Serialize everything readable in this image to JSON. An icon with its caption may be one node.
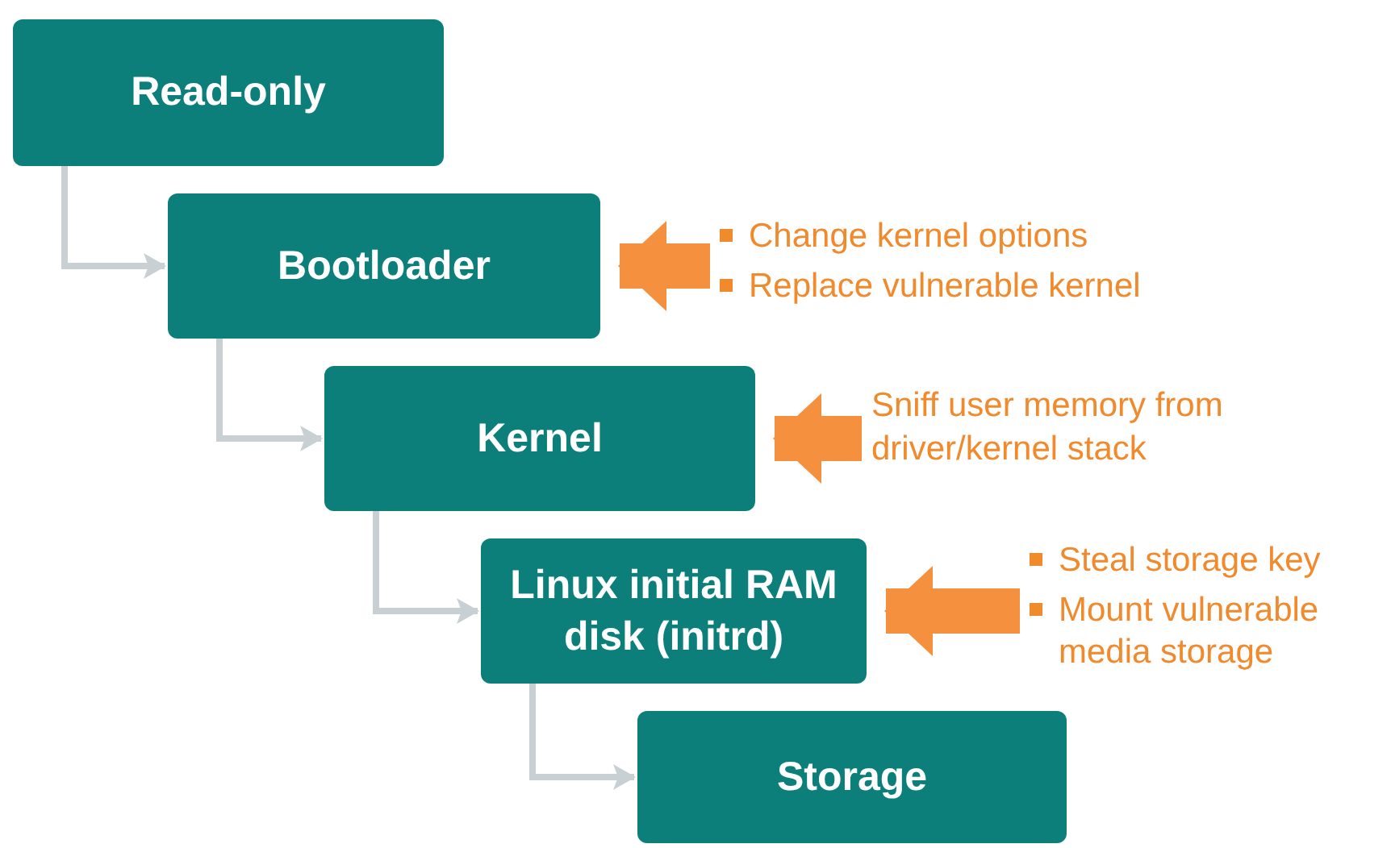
{
  "diagram": {
    "nodes": [
      {
        "text": [
          "Read-only"
        ]
      },
      {
        "text": [
          "Bootloader"
        ]
      },
      {
        "text": [
          "Kernel"
        ]
      },
      {
        "text": [
          "Linux initial RAM disk (initrd)"
        ]
      },
      {
        "text": [
          "Storage"
        ]
      },
      {
        "text": [
          "Change kernel options",
          "Replace vulnerable kernel"
        ]
      },
      {
        "text": [
          "Sniff user memory from driver/kernel stack"
        ]
      },
      {
        "text": [
          "Steal storage key",
          "Mount vulnerable media storage"
        ]
      }
    ],
    "edges": [
      {
        "from": 0,
        "to": 1,
        "arrow": "to"
      },
      {
        "from": 1,
        "to": 2,
        "arrow": "to"
      },
      {
        "from": 2,
        "to": 3,
        "arrow": "to"
      },
      {
        "from": 3,
        "to": 4,
        "arrow": "to"
      },
      {
        "from": 5,
        "to": 1,
        "arrow": "to",
        "style": "thick",
        "color": "#f5913e"
      },
      {
        "from": 6,
        "to": 2,
        "arrow": "to",
        "style": "thick",
        "color": "#f5913e"
      },
      {
        "from": 7,
        "to": 3,
        "arrow": "to",
        "style": "thick",
        "color": "#f5913e"
      }
    ]
  }
}
